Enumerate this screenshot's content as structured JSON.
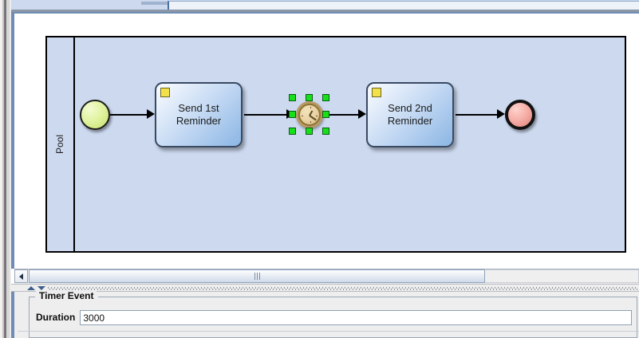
{
  "window": {
    "tabstrip": {
      "active_tab_label": "",
      "partial_tab_label": ""
    }
  },
  "diagram": {
    "pool": {
      "label": "Pool"
    },
    "start_event": {
      "name": "start-event",
      "type": "none-start-event"
    },
    "tasks": [
      {
        "label": "Send 1st\nReminder",
        "line1": "Send 1st",
        "line2": "Reminder",
        "marker": "send-task-marker"
      },
      {
        "label": "Send 2nd\nReminder",
        "line1": "Send 2nd",
        "line2": "Reminder",
        "marker": "send-task-marker"
      }
    ],
    "timer_event": {
      "type": "intermediate-timer-event",
      "selected": true,
      "handle_count": 8
    },
    "end_event": {
      "name": "end-event",
      "type": "none-end-event"
    },
    "connectors": 4
  },
  "scrollbar": {
    "left_button_icon": "triangle-left-icon",
    "thumb_grip_icon": "grip-icon"
  },
  "splitter": {
    "up_icon": "triangle-up-icon",
    "down_icon": "triangle-down-icon"
  },
  "properties": {
    "group_title": "Timer Event",
    "duration": {
      "label": "Duration",
      "value": "3000",
      "placeholder": ""
    }
  },
  "colors": {
    "pool_fill": "#ccd9ef",
    "task_accent": "#8bb6e4",
    "start_event": "#c7e06a",
    "end_event": "#e08279",
    "selection_handle": "#17e01a",
    "task_marker": "#f2e14a"
  }
}
